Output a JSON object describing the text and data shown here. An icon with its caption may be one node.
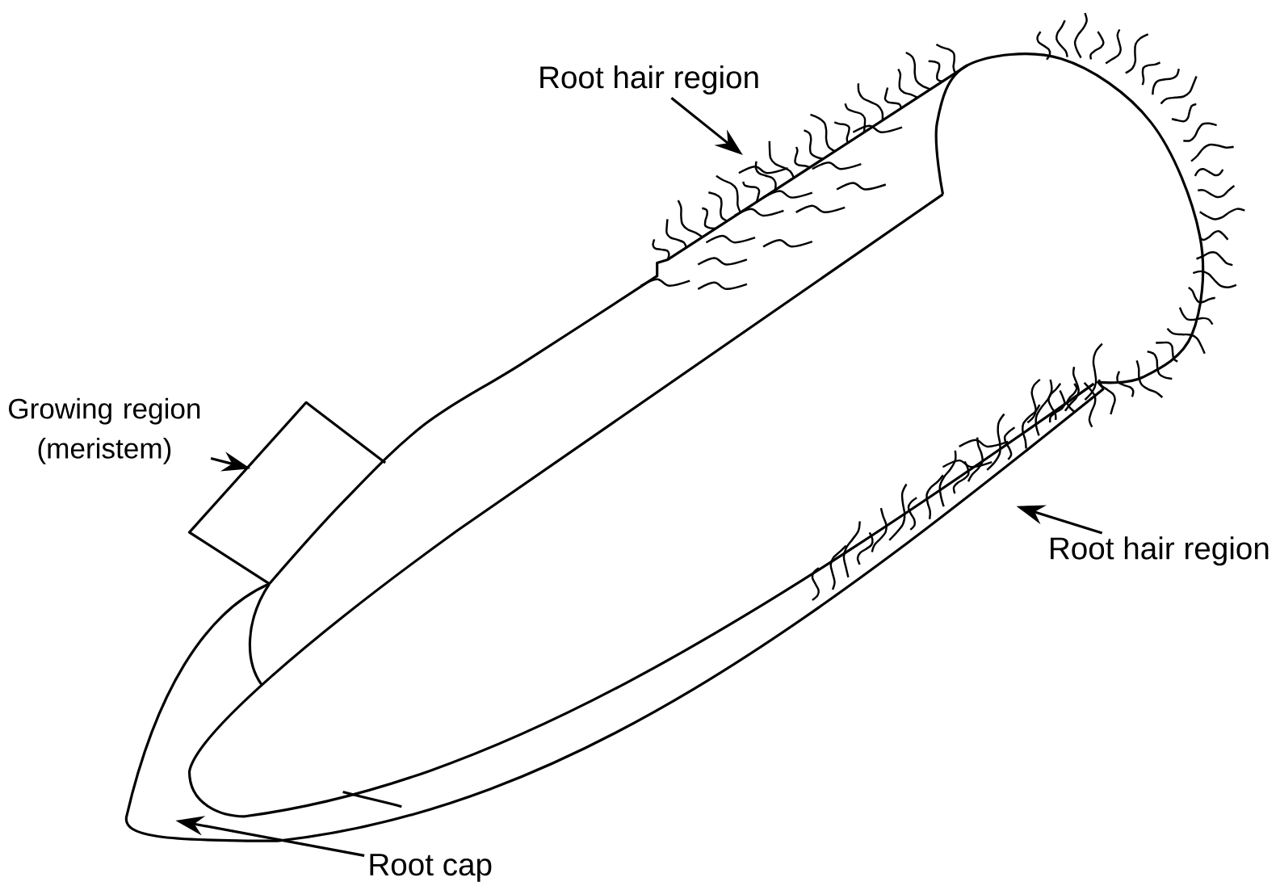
{
  "diagram": {
    "nodes": [
      {
        "text": [
          "Root hair region"
        ]
      },
      {
        "text": [
          "Growing region (meristem)"
        ]
      },
      {
        "text": [
          "Root hair region"
        ]
      },
      {
        "text": [
          "Root cap"
        ]
      }
    ],
    "edges": [
      {
        "from": 0,
        "to": null,
        "arrow": "to"
      },
      {
        "from": 1,
        "to": null,
        "arrow": "to"
      },
      {
        "from": 2,
        "to": null,
        "arrow": "to"
      },
      {
        "from": 3,
        "to": null,
        "arrow": "to"
      }
    ]
  }
}
